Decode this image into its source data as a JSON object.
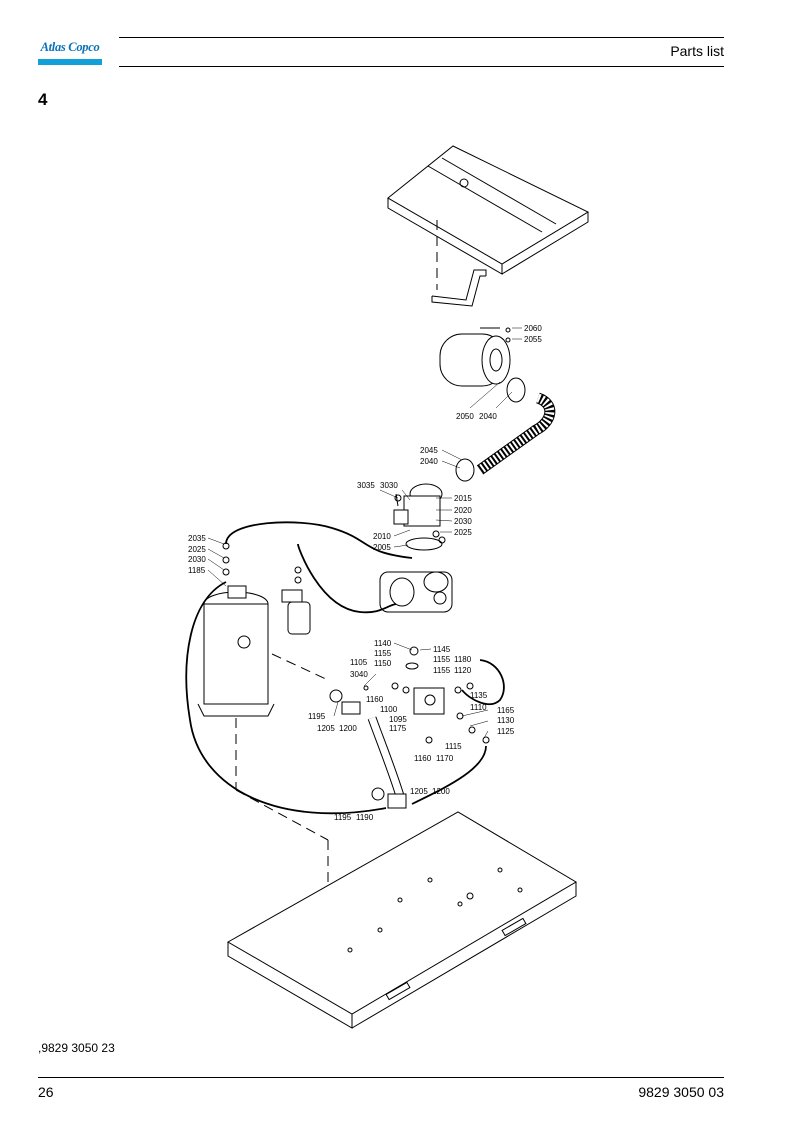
{
  "header": {
    "brand": "Atlas Copco",
    "title": "Parts list",
    "brand_color": "#0a72b8",
    "brand_bar_color": "#12a0d8"
  },
  "section": {
    "number": "4"
  },
  "figure": {
    "labels": [
      "2060",
      "2055",
      "2050",
      "2040",
      "2045",
      "2040",
      "3035",
      "3030",
      "2015",
      "2020",
      "2030",
      "2025",
      "2010",
      "2005",
      "2035",
      "2025",
      "2030",
      "1185",
      "1140",
      "1155",
      "1145",
      "1150",
      "1155",
      "1180",
      "1105",
      "1155",
      "1120",
      "3040",
      "1135",
      "1160",
      "1110",
      "1100",
      "1165",
      "1195",
      "1095",
      "1130",
      "1205",
      "1200",
      "1175",
      "1125",
      "1115",
      "1160",
      "1170",
      "1205",
      "1200",
      "1195",
      "1190"
    ]
  },
  "footer": {
    "reference": ",9829 3050 23",
    "page": "26",
    "document_number": "9829 3050 03"
  }
}
